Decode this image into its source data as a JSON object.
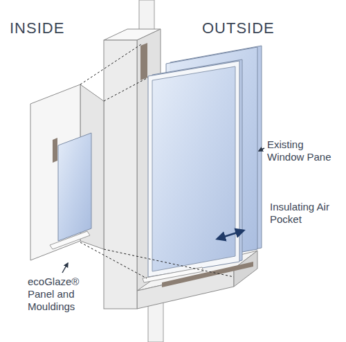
{
  "diagram": {
    "labels": [
      "INSIDE",
      "OUTSIDE",
      "Existing Window Pane",
      "Insulating Air Pocket",
      "ecoGlaze® Panel and Mouldings"
    ]
  }
}
